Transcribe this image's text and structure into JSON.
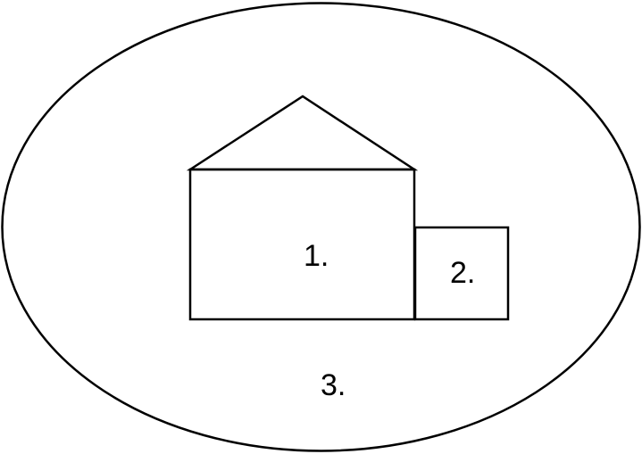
{
  "labels": {
    "main_building": "1.",
    "annex": "2.",
    "surrounding_area": "3."
  },
  "colors": {
    "stroke": "#000000",
    "background": "#ffffff",
    "text": "#000000"
  }
}
